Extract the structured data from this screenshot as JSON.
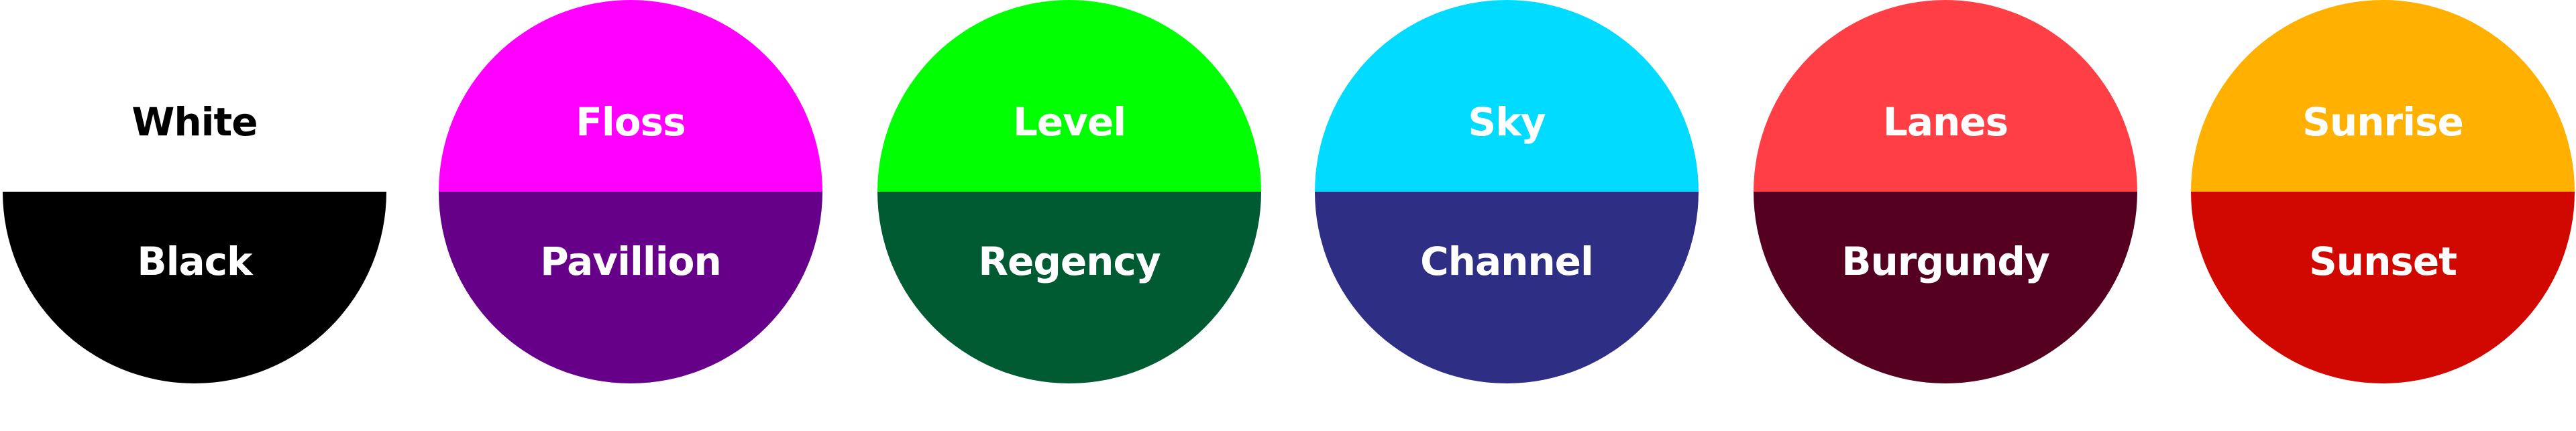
{
  "swatches": [
    {
      "top": {
        "name": "White",
        "color": "#ffffff",
        "text_color": "#000000"
      },
      "bottom": {
        "name": "Black",
        "color": "#000000",
        "text_color": "#ffffff"
      }
    },
    {
      "top": {
        "name": "Floss",
        "color": "#ff00ff",
        "text_color": "#ffffff"
      },
      "bottom": {
        "name": "Pavillion",
        "color": "#660088",
        "text_color": "#ffffff"
      }
    },
    {
      "top": {
        "name": "Level",
        "color": "#00ff00",
        "text_color": "#ffffff"
      },
      "bottom": {
        "name": "Regency",
        "color": "#005a32",
        "text_color": "#ffffff"
      }
    },
    {
      "top": {
        "name": "Sky",
        "color": "#00dbff",
        "text_color": "#ffffff"
      },
      "bottom": {
        "name": "Channel",
        "color": "#2e2e84",
        "text_color": "#ffffff"
      }
    },
    {
      "top": {
        "name": "Lanes",
        "color": "#ff3e46",
        "text_color": "#ffffff"
      },
      "bottom": {
        "name": "Burgundy",
        "color": "#550020",
        "text_color": "#ffffff"
      }
    },
    {
      "top": {
        "name": "Sunrise",
        "color": "#ffb000",
        "text_color": "#ffffff"
      },
      "bottom": {
        "name": "Sunset",
        "color": "#d10800",
        "text_color": "#ffffff"
      }
    }
  ]
}
